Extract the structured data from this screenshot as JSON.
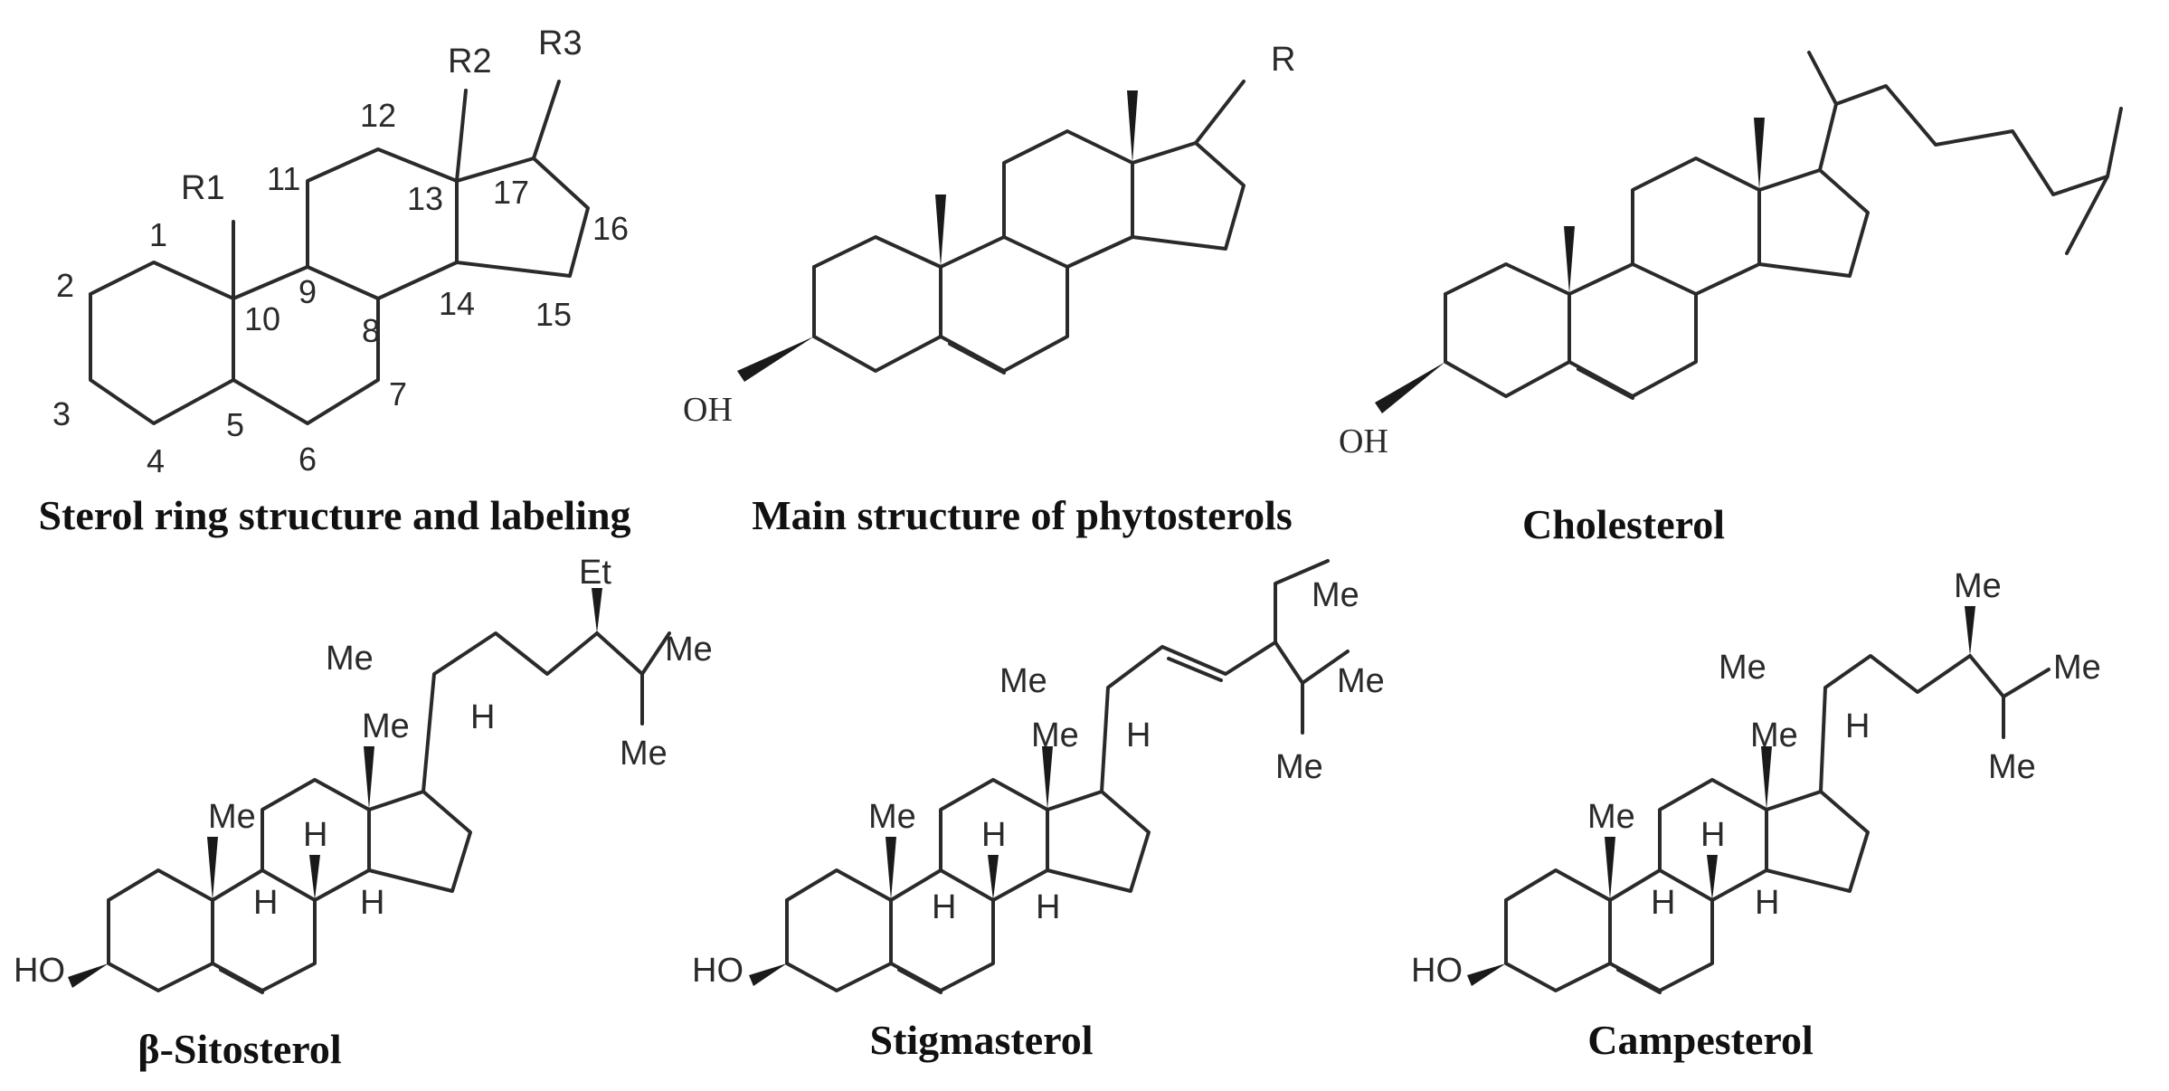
{
  "panels": [
    {
      "caption": "Sterol ring structure and labeling",
      "substituents": {
        "r1": "R1",
        "r2": "R2",
        "r3": "R3"
      },
      "positions": [
        "1",
        "2",
        "3",
        "4",
        "5",
        "6",
        "7",
        "8",
        "9",
        "10",
        "11",
        "12",
        "13",
        "14",
        "15",
        "16",
        "17"
      ]
    },
    {
      "caption": "Main structure of phytosterols",
      "labels": {
        "r": "R",
        "oh": "OH"
      }
    },
    {
      "caption": "Cholesterol",
      "labels": {
        "oh": "OH"
      }
    },
    {
      "caption": "β-Sitosterol",
      "labels": {
        "ho": "HO",
        "me": "Me",
        "h": "H",
        "et": "Et"
      }
    },
    {
      "caption": "Stigmasterol",
      "labels": {
        "ho": "HO",
        "me": "Me",
        "h": "H"
      }
    },
    {
      "caption": "Campesterol",
      "labels": {
        "ho": "HO",
        "me": "Me",
        "h": "H"
      }
    }
  ],
  "colors": {
    "line": "#2a2a2a",
    "text": "#111111",
    "background": "#ffffff"
  }
}
